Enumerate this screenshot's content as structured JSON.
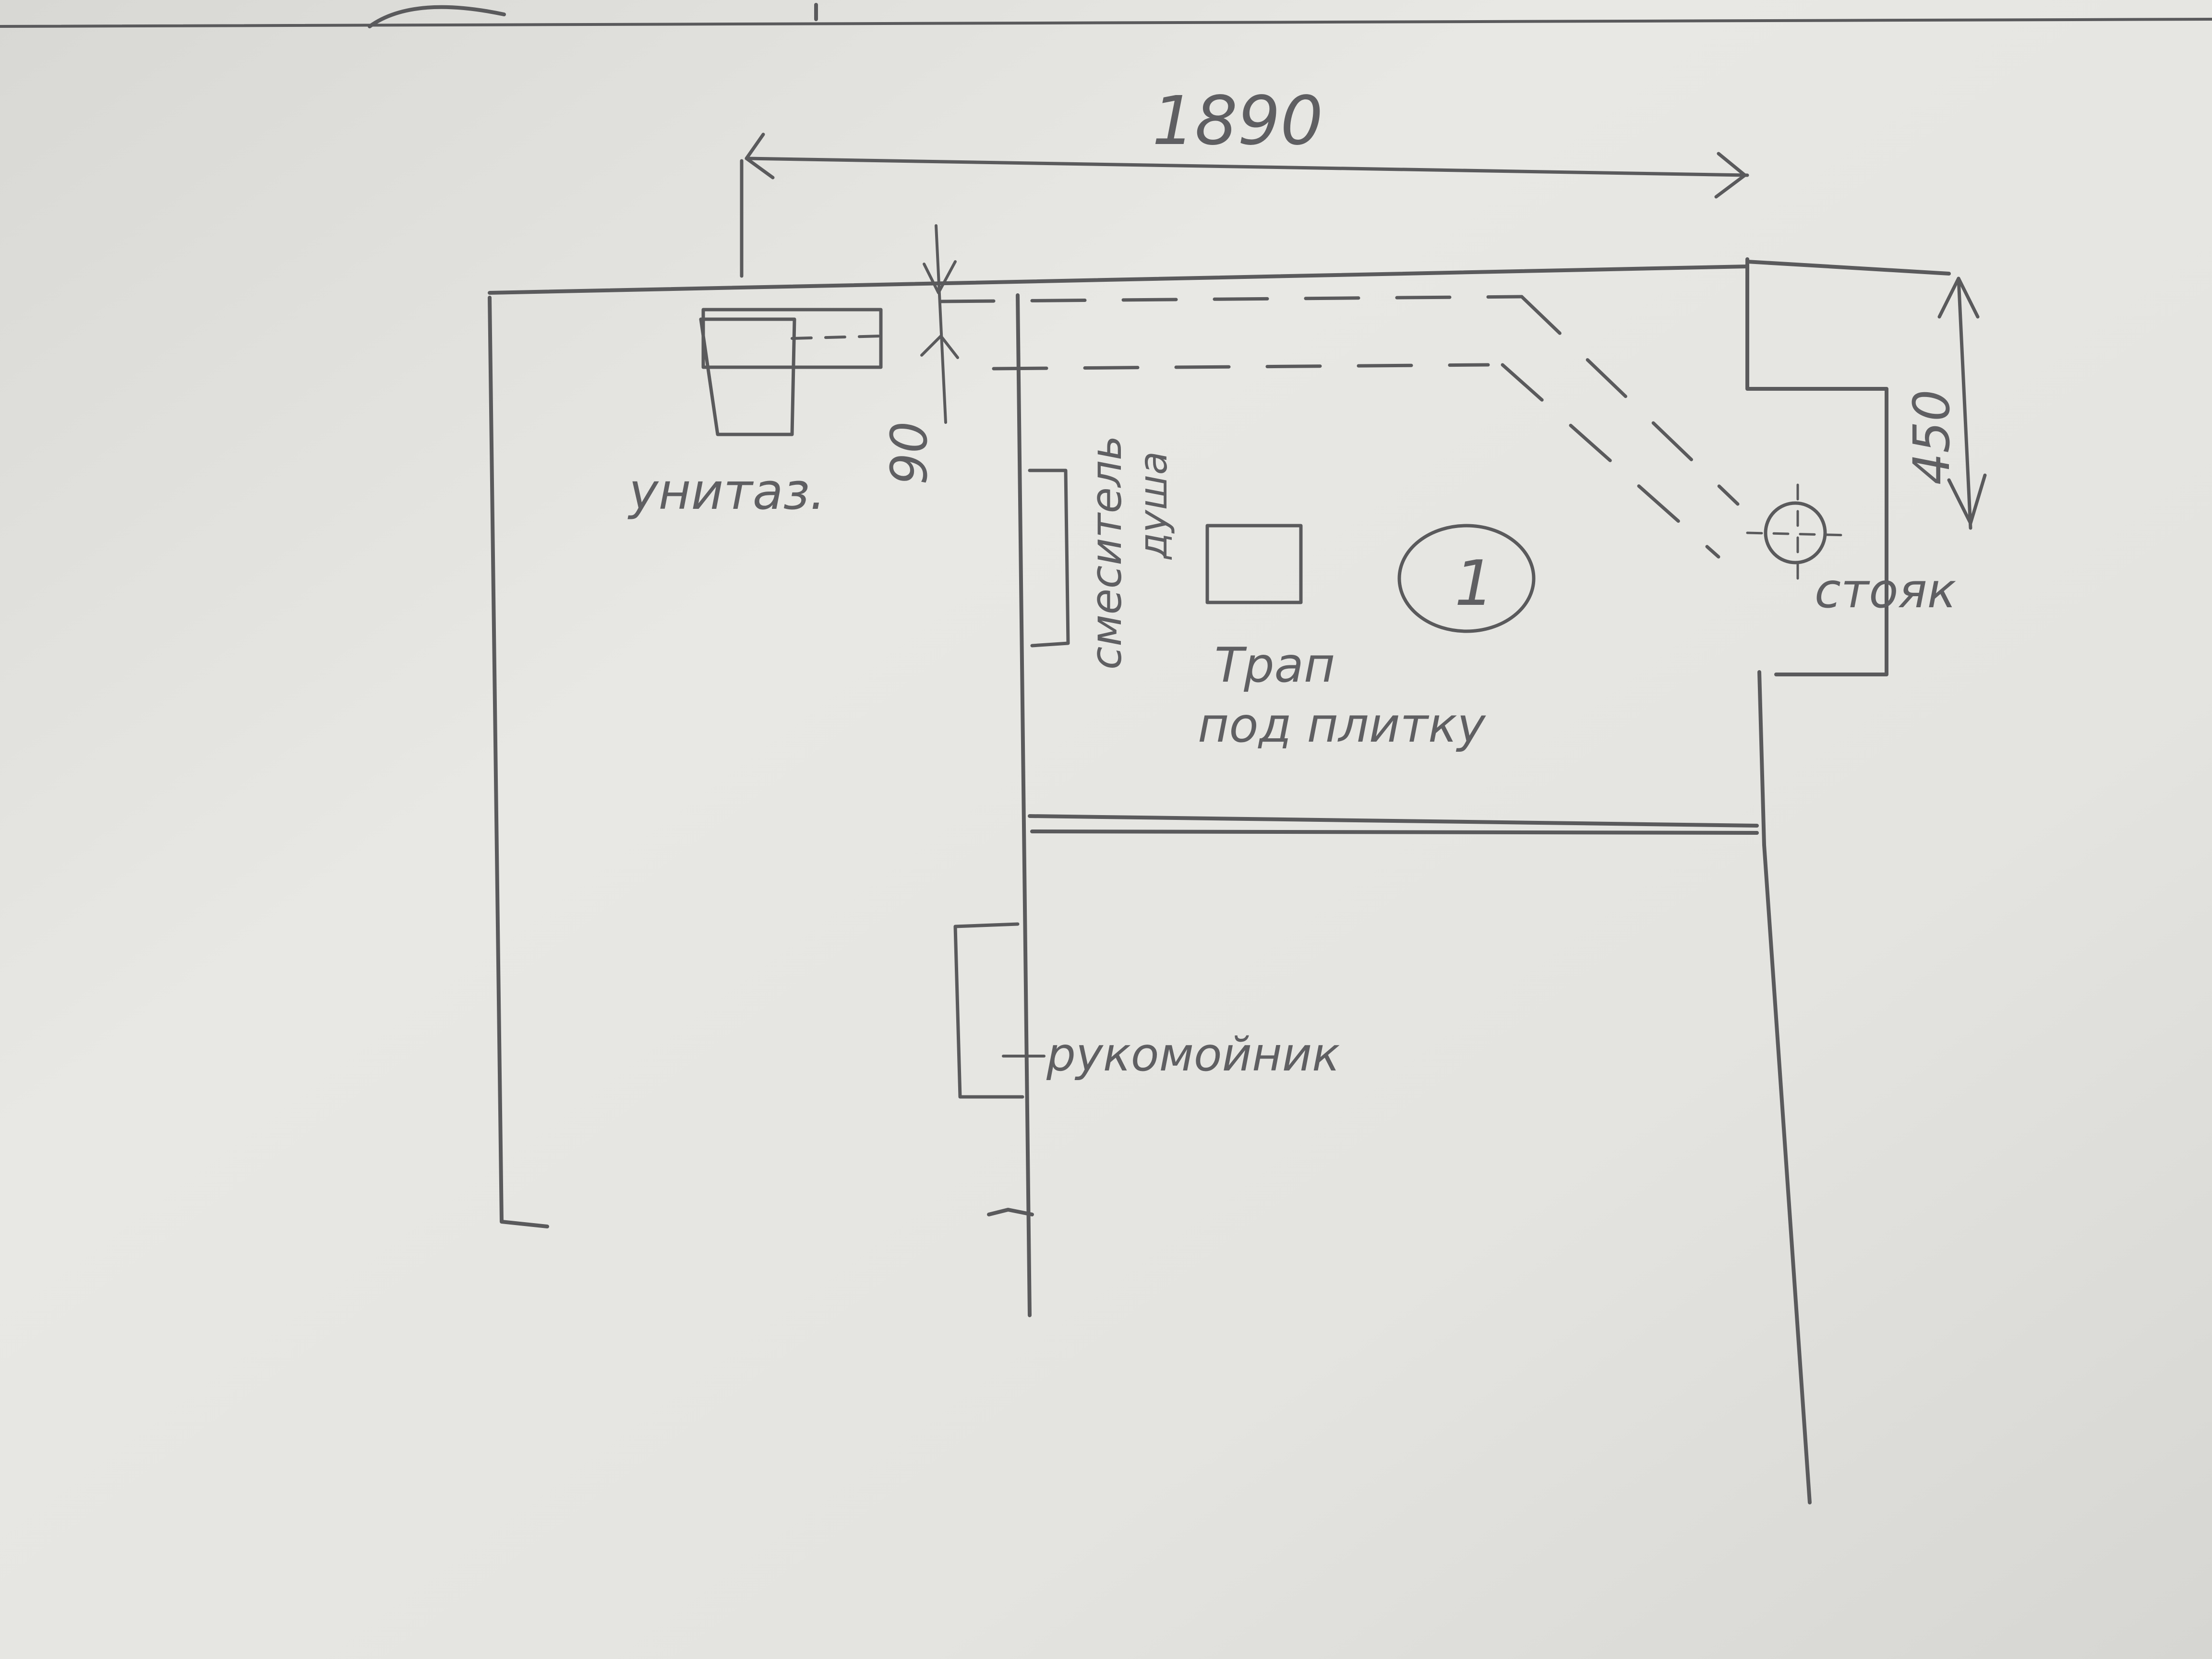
{
  "labels": {
    "toilet": "унитаз.",
    "dim_width": "1890",
    "dim_small": "90",
    "dim_height": "450",
    "shower_mixer_line1": "смеситель",
    "shower_mixer_line2": "душа",
    "drain_line1": "Трап",
    "drain_line2": "под плитку",
    "marker": "1",
    "riser": "стояк",
    "washbasin": "рукомойник"
  },
  "colors": {
    "paper": "#e6e6e2",
    "pencil": "#5a5a5c"
  }
}
